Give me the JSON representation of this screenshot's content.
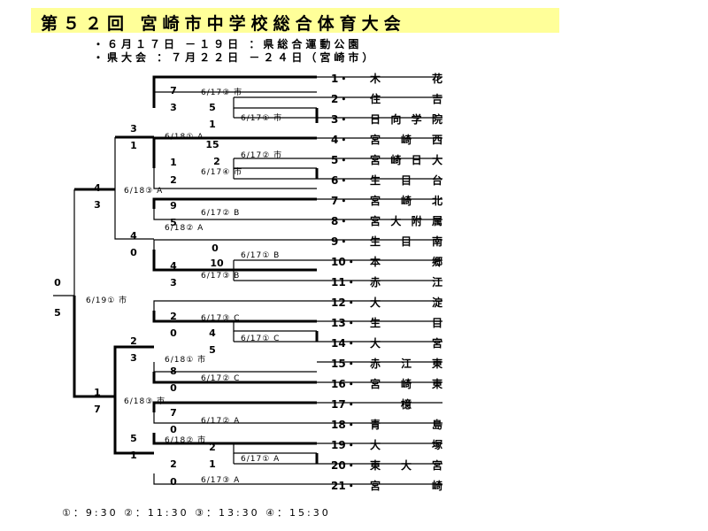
{
  "title": "第５２回 宮崎市中学校総合体育大会",
  "info": {
    "line1": "・６月１７日 －１９日 ：県総合運動公園",
    "line2": "・県大会 ：７月２２日 －２４日（宮崎市）"
  },
  "teams": [
    {
      "num": "1・",
      "name": "木花"
    },
    {
      "num": "2・",
      "name": "住吉"
    },
    {
      "num": "3・",
      "name": "日向学院"
    },
    {
      "num": "4・",
      "name": "宮崎西"
    },
    {
      "num": "5・",
      "name": "宮崎日大"
    },
    {
      "num": "6・",
      "name": "生目台"
    },
    {
      "num": "7・",
      "name": "宮崎北"
    },
    {
      "num": "8・",
      "name": "宮大附属"
    },
    {
      "num": "9・",
      "name": "生目南"
    },
    {
      "num": "10・",
      "name": "本郷"
    },
    {
      "num": "11・",
      "name": "赤江"
    },
    {
      "num": "12・",
      "name": "大淀"
    },
    {
      "num": "13・",
      "name": "生目"
    },
    {
      "num": "14・",
      "name": "大宮"
    },
    {
      "num": "15・",
      "name": "赤江東"
    },
    {
      "num": "16・",
      "name": "宮崎東"
    },
    {
      "num": "17・",
      "name": "檍"
    },
    {
      "num": "18・",
      "name": "青島"
    },
    {
      "num": "19・",
      "name": "大塚"
    },
    {
      "num": "20・",
      "name": "東大宮"
    },
    {
      "num": "21・",
      "name": "宮崎"
    }
  ],
  "scores": [
    "7",
    "3",
    "5",
    "1",
    "15",
    "1",
    "2",
    "2",
    "3",
    "1",
    "4",
    "3",
    "9",
    "5",
    "4",
    "0",
    "0",
    "10",
    "4",
    "3",
    "0",
    "5",
    "2",
    "0",
    "4",
    "5",
    "2",
    "3",
    "8",
    "0",
    "1",
    "7",
    "7",
    "0",
    "5",
    "1",
    "2",
    "2",
    "1",
    "0"
  ],
  "match_info": [
    "6/17③ 市",
    "6/17① 市",
    "6/18① A",
    "6/17② 市",
    "6/17④ 市",
    "6/18③ A",
    "6/17② B",
    "6/18② A",
    "6/17① B",
    "6/17③ B",
    "6/19① 市",
    "6/17③ C",
    "6/17① C",
    "6/18① 市",
    "6/17② C",
    "6/18③ 市",
    "6/17② A",
    "6/18② 市",
    "6/17① A",
    "6/17③ A"
  ],
  "legend": "①：9:30 ②：11:30 ③：13:30 ④：15:30"
}
